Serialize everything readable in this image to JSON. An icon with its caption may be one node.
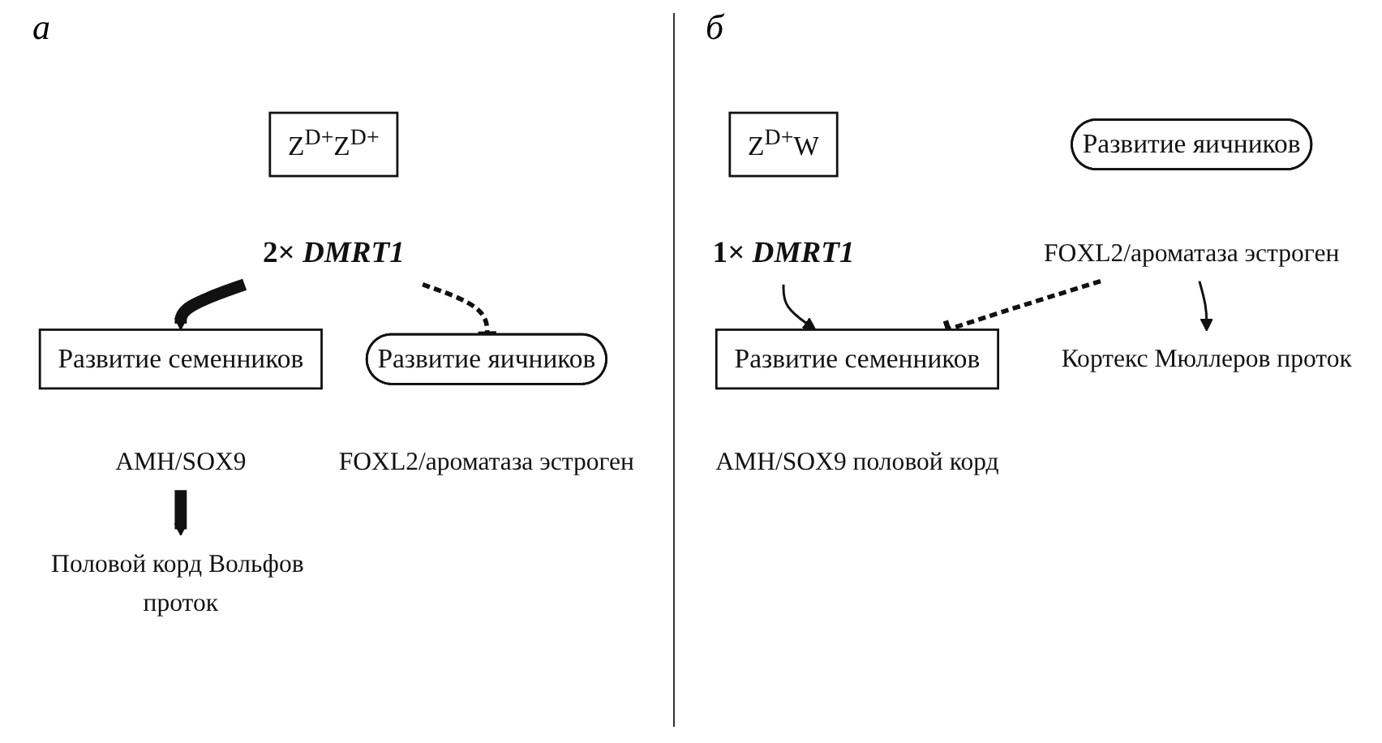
{
  "diagram": {
    "nodes": [
      {
        "text": [
          "Z$^{D+}$Z$^{D+}$"
        ]
      },
      {
        "text": [
          "2× *DMRT1*"
        ]
      },
      {
        "text": [
          "Развитие семенников"
        ]
      },
      {
        "text": [
          "Развитие яичников"
        ]
      },
      {
        "text": [
          "AMH/SOX9"
        ]
      },
      {
        "text": [
          "FOXL2/ароматаза эстроген"
        ]
      },
      {
        "text": [
          "Половой корд Вольфов проток"
        ]
      },
      {
        "text": [
          "Z$^{D+}$W"
        ]
      },
      {
        "text": [
          "1× *DMRT1*"
        ]
      },
      {
        "text": [
          "Развитие семенников"
        ]
      },
      {
        "text": [
          "Развитие яичников"
        ]
      },
      {
        "text": [
          "AMH/SOX9 половой корд"
        ]
      },
      {
        "text": [
          "FOXL2/ароматаза эстроген"
        ]
      },
      {
        "text": [
          "Кортекс Мюллеров проток"
        ]
      }
    ],
    "edges": [
      {
        "from": 1,
        "to": 2,
        "arrow": "to",
        "style": "thick"
      },
      {
        "from": 1,
        "to": 3,
        "arrow": "other",
        "style": "dashed"
      },
      {
        "from": 4,
        "to": 6,
        "arrow": "to",
        "style": "thick"
      },
      {
        "from": 8,
        "to": 9,
        "arrow": "to"
      },
      {
        "from": 12,
        "to": 9,
        "arrow": "other",
        "style": "dashed"
      },
      {
        "from": 12,
        "to": 13,
        "arrow": "to"
      }
    ],
    "labels": [
      "а",
      "б"
    ]
  }
}
